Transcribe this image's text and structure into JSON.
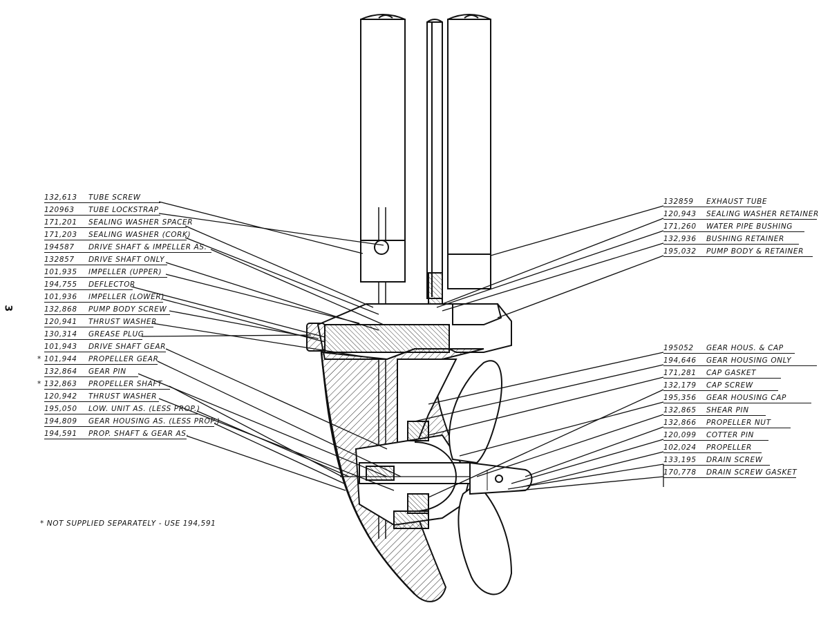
{
  "page_number": "3",
  "left_callouts": [
    {
      "part": "132,613",
      "desc": "TUBE SCREW"
    },
    {
      "part": "120963",
      "desc": "TUBE LOCKSTRAP"
    },
    {
      "part": "171,201",
      "desc": "SEALING WASHER SPACER"
    },
    {
      "part": "171,203",
      "desc": "SEALING WASHER (CORK)"
    },
    {
      "part": "194587",
      "desc": "DRIVE SHAFT & IMPELLER AS."
    },
    {
      "part": "132857",
      "desc": "DRIVE SHAFT ONLY"
    },
    {
      "part": "101,935",
      "desc": "IMPELLER (UPPER)"
    },
    {
      "part": "194,755",
      "desc": "DEFLECTOR"
    },
    {
      "part": "101,936",
      "desc": "IMPELLER (LOWER)"
    },
    {
      "part": "132,868",
      "desc": "PUMP BODY SCREW"
    },
    {
      "part": "120,941",
      "desc": "THRUST WASHER"
    },
    {
      "part": "130,314",
      "desc": "GREASE PLUG"
    },
    {
      "part": "101,943",
      "desc": "DRIVE SHAFT GEAR"
    },
    {
      "part": "* 101,944",
      "desc": "PROPELLER GEAR"
    },
    {
      "part": "132,864",
      "desc": "GEAR PIN"
    },
    {
      "part": "* 132,863",
      "desc": "PROPELLER SHAFT"
    },
    {
      "part": "120,942",
      "desc": "THRUST WASHER"
    },
    {
      "part": "195,050",
      "desc": "LOW. UNIT AS. (LESS PROP.)"
    },
    {
      "part": "194,809",
      "desc": "GEAR HOUSING AS. (LESS PROP.)"
    },
    {
      "part": "194,591",
      "desc": "PROP. SHAFT & GEAR AS."
    }
  ],
  "right_callouts": [
    {
      "part": "132859",
      "desc": "EXHAUST TUBE"
    },
    {
      "part": "120,943",
      "desc": "SEALING WASHER RETAINER"
    },
    {
      "part": "171,260",
      "desc": "WATER PIPE BUSHING"
    },
    {
      "part": "132,936",
      "desc": "BUSHING RETAINER"
    },
    {
      "part": "195,032",
      "desc": "PUMP BODY & RETAINER"
    },
    {
      "part": "195052",
      "desc": "GEAR HOUS. & CAP"
    },
    {
      "part": "194,646",
      "desc": "GEAR HOUSING ONLY"
    },
    {
      "part": "171,281",
      "desc": "CAP GASKET"
    },
    {
      "part": "132,179",
      "desc": "CAP SCREW"
    },
    {
      "part": "195,356",
      "desc": "GEAR HOUSING CAP"
    },
    {
      "part": "132,865",
      "desc": "SHEAR PIN"
    },
    {
      "part": "132,866",
      "desc": "PROPELLER NUT"
    },
    {
      "part": "120,099",
      "desc": "COTTER PIN"
    },
    {
      "part": "102,024",
      "desc": "PROPELLER"
    },
    {
      "part": "133,195",
      "desc": "DRAIN SCREW"
    },
    {
      "part": "170,778",
      "desc": "DRAIN SCREW GASKET"
    }
  ],
  "footnote": "* NOT SUPPLIED SEPARATELY - USE 194,591"
}
